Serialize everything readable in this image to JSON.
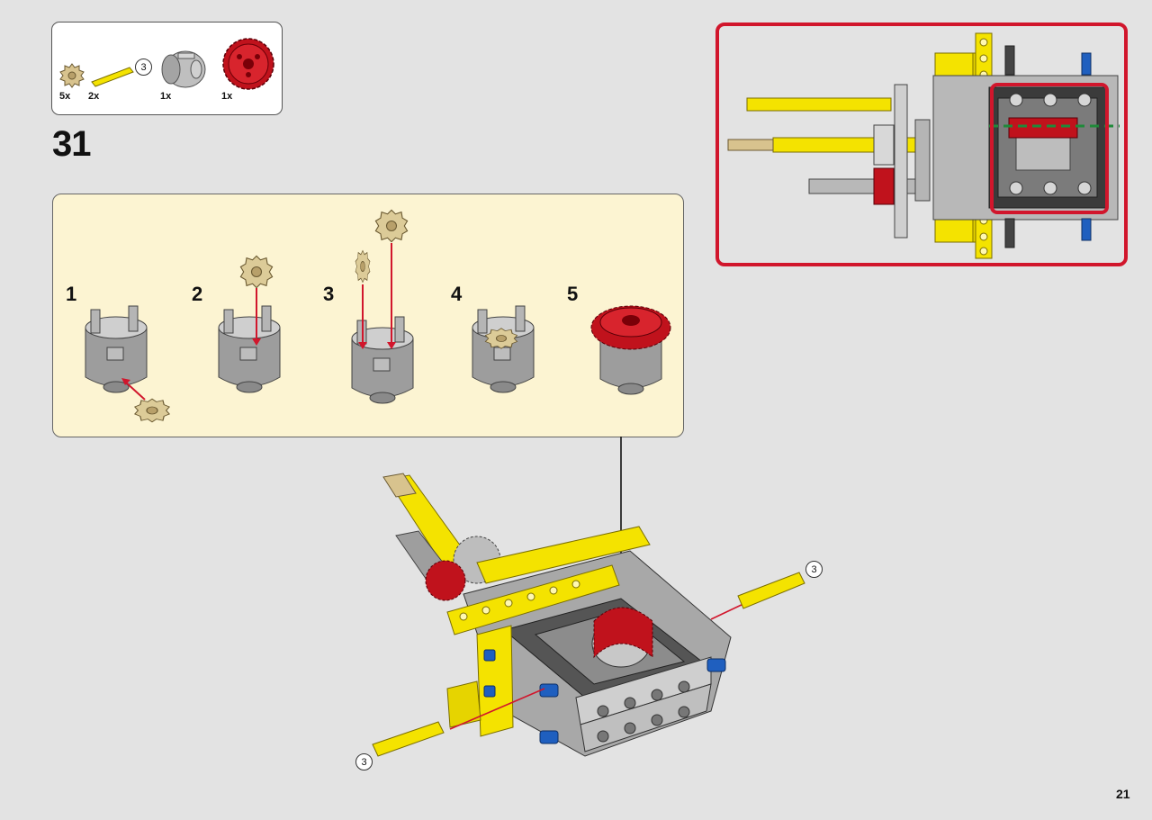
{
  "parts": [
    {
      "name": "tan-clutch-gear",
      "qty": "5x"
    },
    {
      "name": "yellow-axle",
      "qty": "2x",
      "length": "3"
    },
    {
      "name": "gray-differential-housing",
      "qty": "1x"
    },
    {
      "name": "red-gear",
      "qty": "1x"
    }
  ],
  "step": {
    "number": "31"
  },
  "substeps": [
    "1",
    "2",
    "3",
    "4",
    "5"
  ],
  "callouts": {
    "axle_top": "3",
    "axle_bottom": "3"
  },
  "page": {
    "number": "21"
  },
  "colors": {
    "ref_border": "#d1162c",
    "subassembly_bg": "#fcf4d2",
    "arrow": "#d1162c"
  }
}
